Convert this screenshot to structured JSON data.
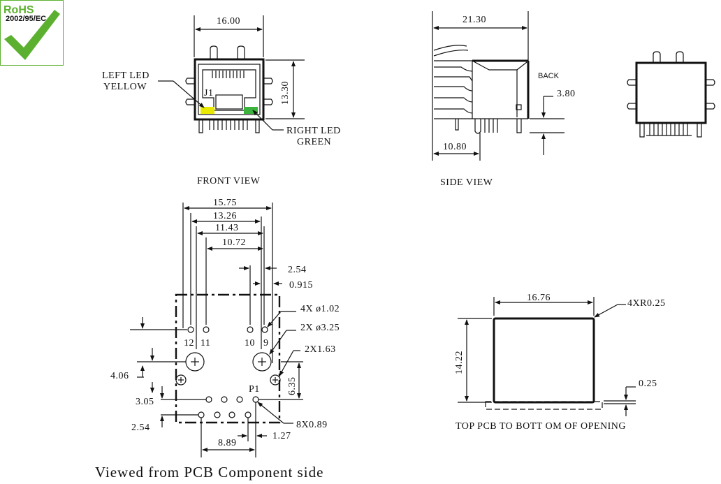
{
  "rohs": {
    "title": "RoHS",
    "subtitle": "2002/95/EC",
    "check_color": "#5cb030",
    "title_color": "#5cb030"
  },
  "front_view": {
    "width_dim": "16.00",
    "height_dim": "13.30",
    "left_led": "LEFT  LED",
    "left_led_color_name": "YELLOW",
    "right_led": "RIGHT  LED",
    "right_led_color_name": "GREEN",
    "jack_label": "J1",
    "caption": "FRONT VIEW",
    "left_led_color": "#e8e800",
    "right_led_color": "#3cb33c"
  },
  "side_view": {
    "width_dim": "21.30",
    "back_label": "BACK",
    "back_dim": "3.80",
    "bottom_dim": "10.80",
    "caption": "SIDE VIEW"
  },
  "footprint": {
    "dims": [
      "15.75",
      "13.26",
      "11.43",
      "10.72",
      "2.54",
      "0.915",
      "4.06",
      "3.05",
      "2.54",
      "6.35",
      "8.89",
      "1.27"
    ],
    "holes": [
      "4X ø1.02",
      "2X ø3.25",
      "2X1.63",
      "8X0.89"
    ],
    "pin_labels": [
      "12",
      "11",
      "10",
      "9",
      "P1"
    ],
    "caption": "Viewed from PCB Component side"
  },
  "opening": {
    "width_dim": "16.76",
    "height_dim": "14.22",
    "corner_dim": "4XR0.25",
    "offset_dim": "0.25",
    "caption": "TOP  PCB TO BOTT OM OF OPENING"
  }
}
